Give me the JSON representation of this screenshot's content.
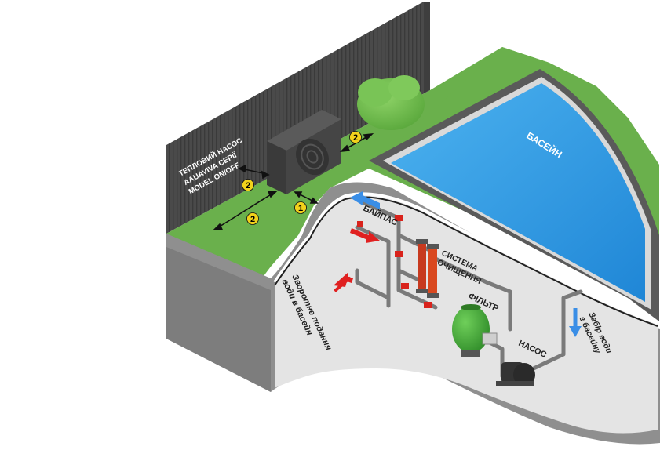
{
  "diagram": {
    "labels": {
      "heat_pump_line1": "ТЕПЛОВИЙ НАСОС",
      "heat_pump_line2": "AAUAVIVA СЕРІЇ",
      "heat_pump_line3": "MODEL ON/OFF",
      "pool": "БАСЕЙН",
      "bypass": "БАЙПАС",
      "cleaning_line1": "СИСТЕМА",
      "cleaning_line2": "ОЧИЩЕННЯ",
      "filter": "ФІЛЬТР",
      "pump": "НАСОС",
      "return_line1": "Зворотне подання",
      "return_line2": "води в басейн",
      "intake_line1": "Забір води",
      "intake_line2": "з басейну"
    },
    "badges": {
      "b1": "1",
      "b2a": "2",
      "b2b": "2",
      "b2c": "2"
    },
    "colors": {
      "fence": "#4a4a4a",
      "grass": "#6ab04c",
      "pool_water": "#2f9be6",
      "pool_edge": "#5a5a5a",
      "wall": "#8f8f8f",
      "interior": "#e4e4e4",
      "pipe": "#7a7a7a",
      "hot_arrow": "#e02020",
      "cold_arrow": "#3a8ee6",
      "filter": "#3fa535",
      "badge": "#f2d21b"
    }
  }
}
